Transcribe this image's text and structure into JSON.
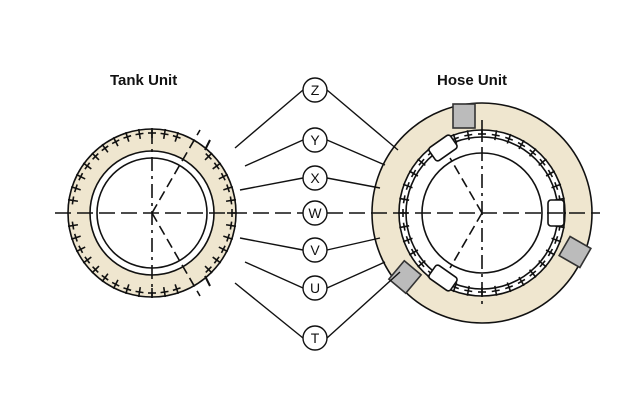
{
  "titles": {
    "left": "Tank Unit",
    "right": "Hose Unit"
  },
  "labels": [
    "Z",
    "Y",
    "X",
    "W",
    "V",
    "U",
    "T"
  ],
  "colors": {
    "ring_fill": "#efe6cf",
    "stroke": "#111111",
    "hatch": "#555555"
  }
}
